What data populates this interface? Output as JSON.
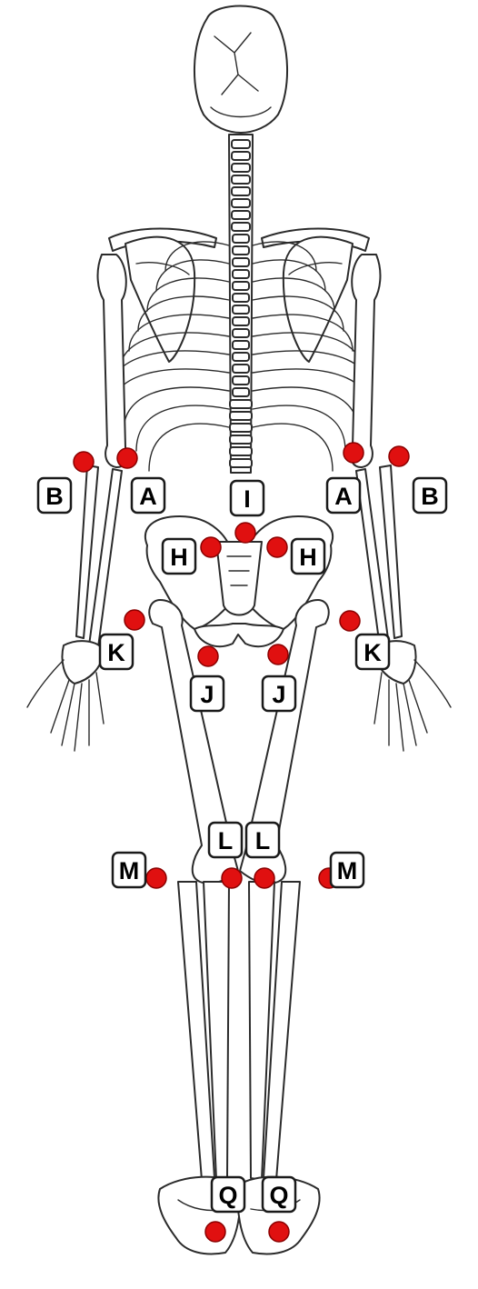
{
  "figure": {
    "subject": "posterior view of human skeleton",
    "marker_color": "#e01010",
    "label_background": "#ffffff",
    "line_color": "#2b2b2b"
  },
  "markers": [
    {
      "id": "A-right",
      "label": "A"
    },
    {
      "id": "A-left",
      "label": "A"
    },
    {
      "id": "B-right",
      "label": "B"
    },
    {
      "id": "B-left",
      "label": "B"
    },
    {
      "id": "I",
      "label": "I"
    },
    {
      "id": "H-right",
      "label": "H"
    },
    {
      "id": "H-left",
      "label": "H"
    },
    {
      "id": "K-right",
      "label": "K"
    },
    {
      "id": "K-left",
      "label": "K"
    },
    {
      "id": "J-right",
      "label": "J"
    },
    {
      "id": "J-left",
      "label": "J"
    },
    {
      "id": "M-right",
      "label": "M"
    },
    {
      "id": "M-left",
      "label": "M"
    },
    {
      "id": "L-right",
      "label": "L"
    },
    {
      "id": "L-left",
      "label": "L"
    },
    {
      "id": "Q-right",
      "label": "Q"
    },
    {
      "id": "Q-left",
      "label": "Q"
    }
  ]
}
